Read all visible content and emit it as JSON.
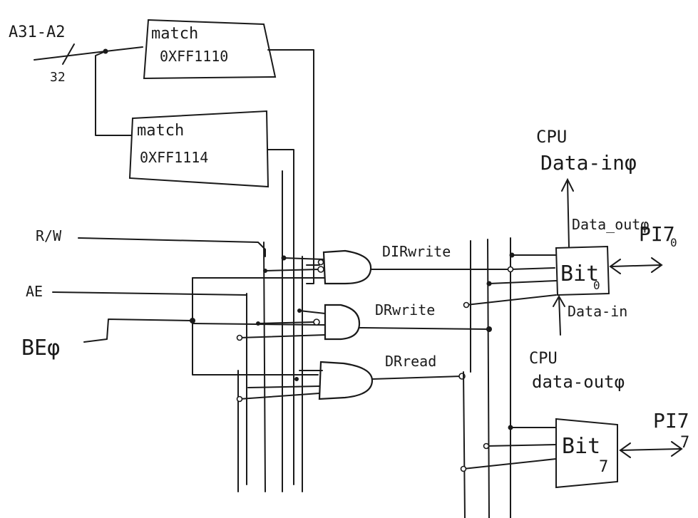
{
  "address_bus": {
    "label": "A31-A2",
    "width": "32"
  },
  "match_blocks": [
    {
      "line1": "match",
      "line2": "0XFF1110"
    },
    {
      "line1": "match",
      "line2": "0XFF1114"
    }
  ],
  "inputs": {
    "rw": "R/W",
    "ae": "AE",
    "be": "BEφ"
  },
  "signals": {
    "dir_write": "DIRwrite",
    "dr_write": "DRwrite",
    "dr_read": "DRread"
  },
  "bit0": {
    "label": "Bit",
    "sub": "0",
    "cpu_out_label": "CPU",
    "cpu_out_label2": "Data-inφ",
    "data_out": "Data_outφ",
    "data_in": "Data-in",
    "cpu_in_label": "CPU",
    "cpu_in_label2": "data-outφ",
    "pin": "PI7",
    "pin_sub": "0"
  },
  "bit7": {
    "label": "Bit",
    "sub": "7",
    "pin": "PI7",
    "pin_sub": "7"
  }
}
